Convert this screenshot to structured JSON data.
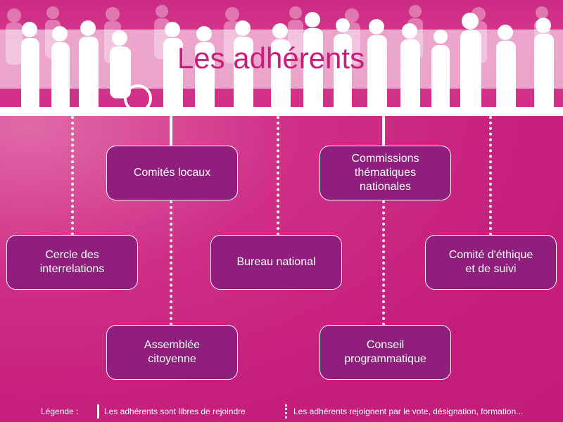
{
  "title": "Les adhérents",
  "boxes": {
    "comites_locaux": "Comités locaux",
    "commissions": "Commissions\nthématiques\nnationales",
    "cercle": "Cercle des\ninterrelations",
    "bureau": "Bureau national",
    "comite_ethique": "Comité d'éthique\net de suivi",
    "assemblee": "Assemblée\ncitoyenne",
    "conseil": "Conseil\nprogrammatique"
  },
  "legend": {
    "label": "Légende :",
    "solid": "Les adhérents sont libres de rejoindre",
    "dotted": "Les adhérents rejoignent par le vote, désignation, formation..."
  },
  "colors": {
    "background": "#c51f7b",
    "box": "#901e7c",
    "connector": "#ffffff"
  }
}
